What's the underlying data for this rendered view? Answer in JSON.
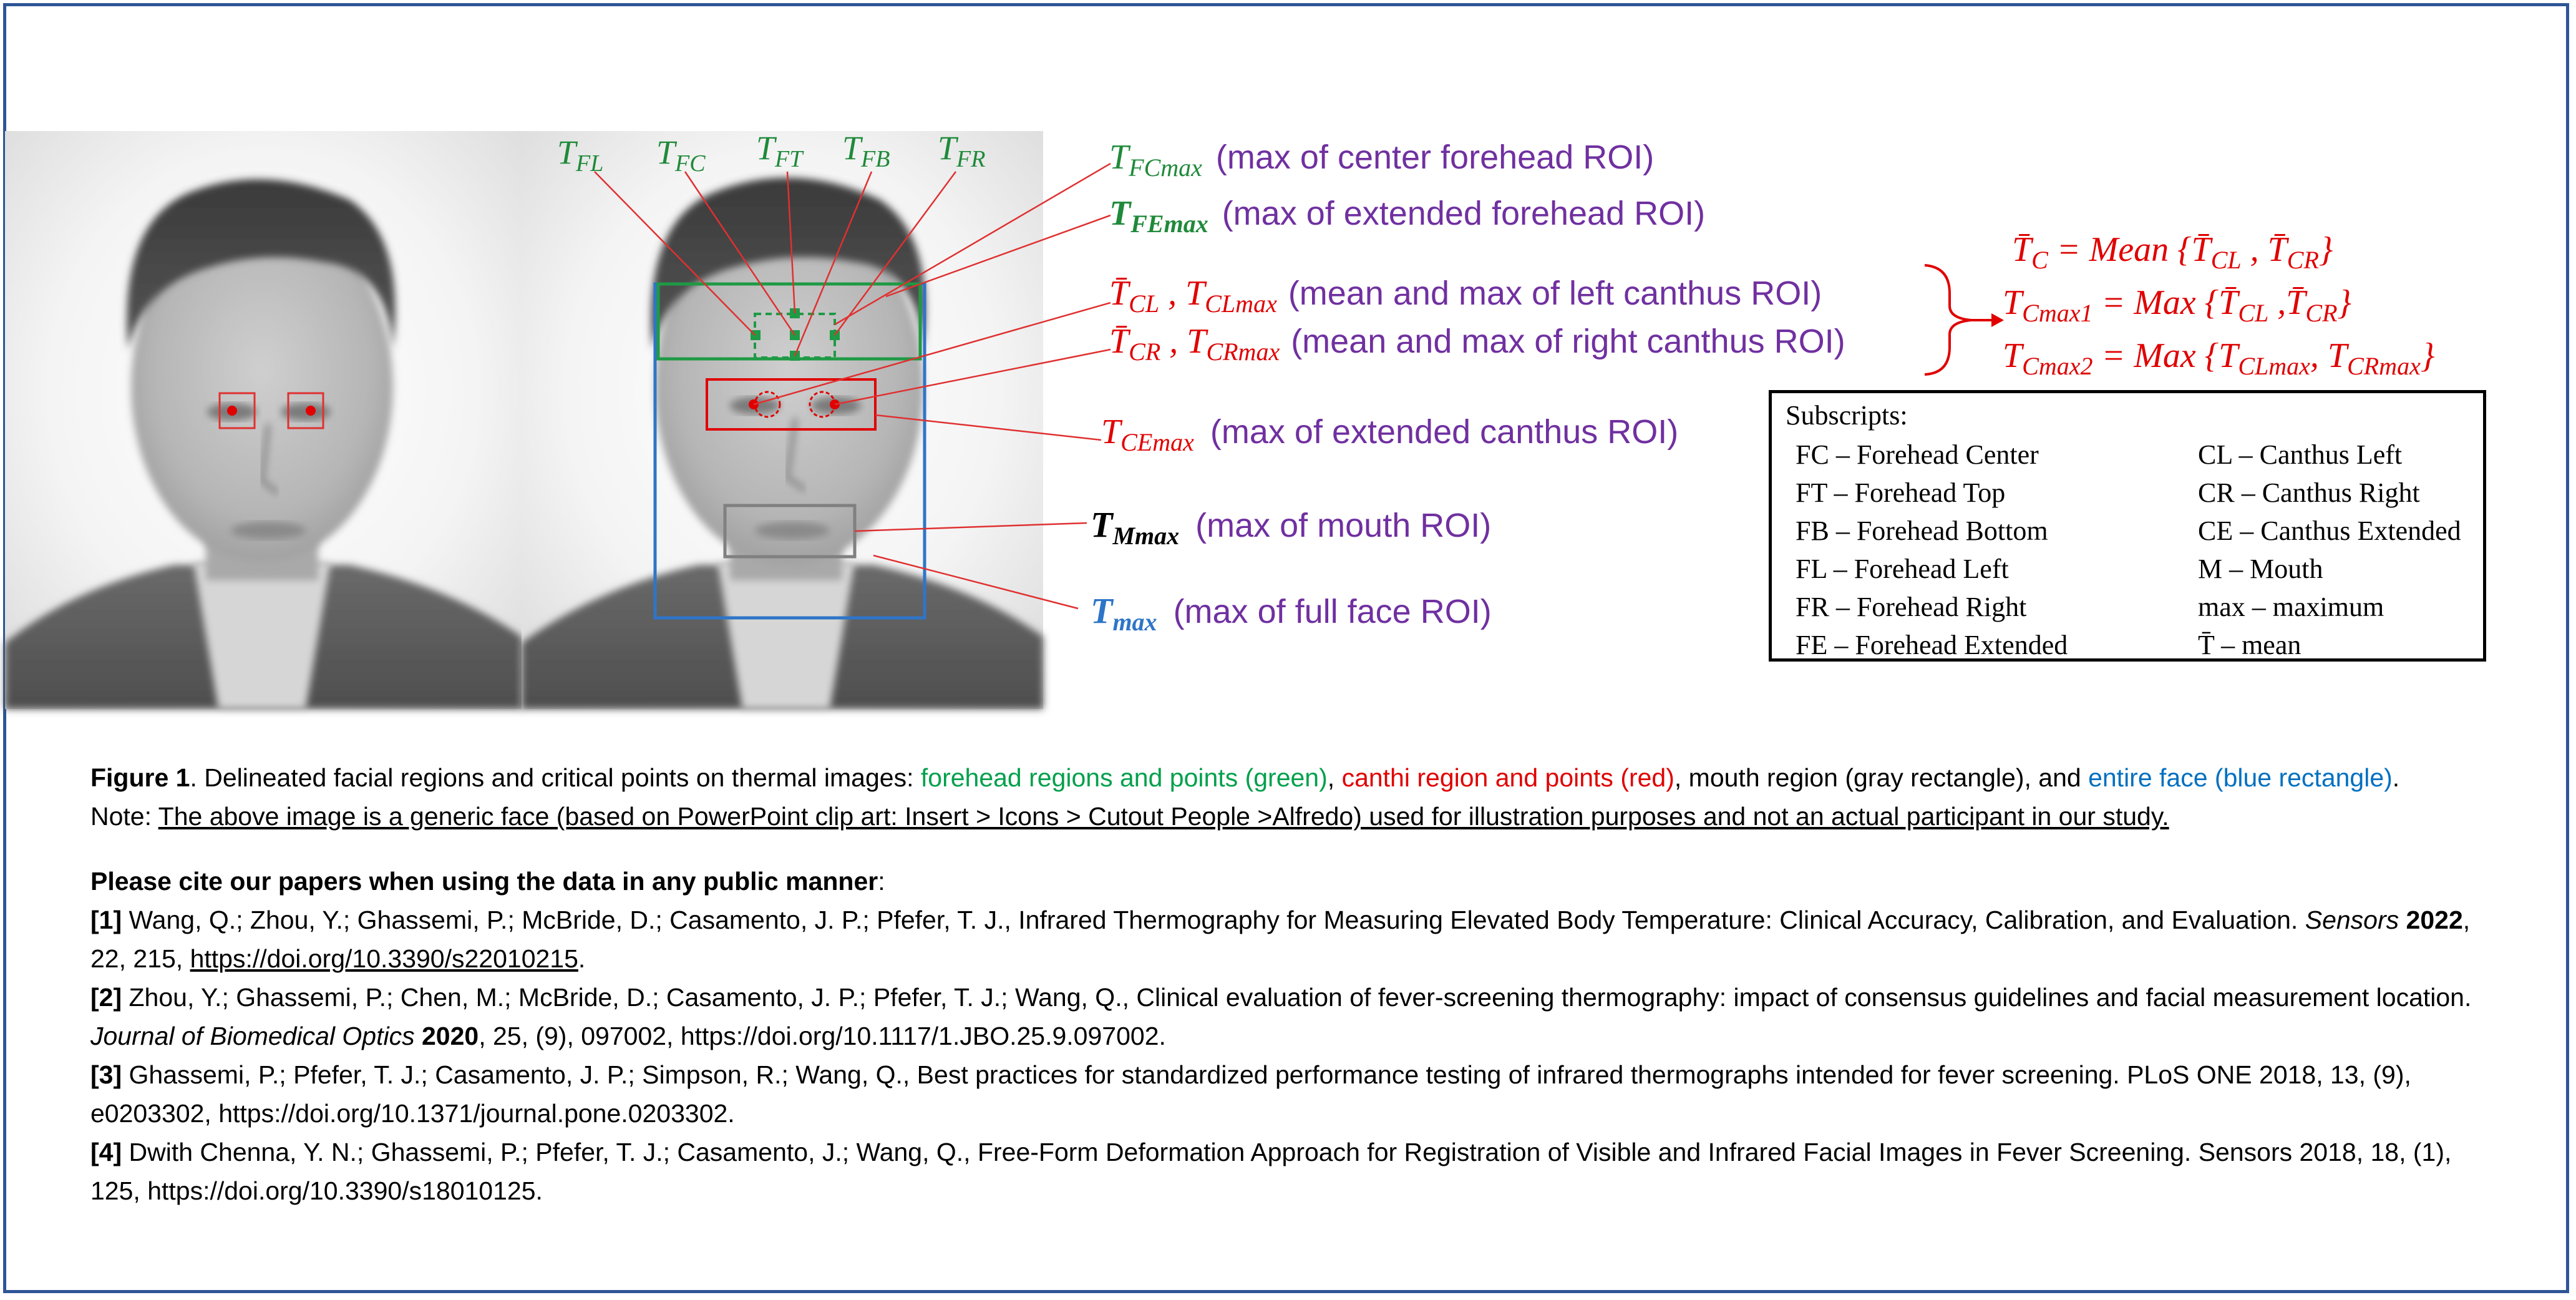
{
  "colors": {
    "forehead": "#1f8a3a",
    "canthi": "#e00000",
    "mouth": "#808080",
    "face": "#2e75c8",
    "description": "#7030a0",
    "border": "#2e5597"
  },
  "top_labels": [
    {
      "main": "T",
      "sub": "FL"
    },
    {
      "main": "T",
      "sub": "FC"
    },
    {
      "main": "T",
      "sub": "FT"
    },
    {
      "main": "T",
      "sub": "FB"
    },
    {
      "main": "T",
      "sub": "FR"
    }
  ],
  "right_labels": [
    {
      "main": "T",
      "sub": "FCmax",
      "desc": "(max of center forehead ROI)"
    },
    {
      "main": "T",
      "sub": "FEmax",
      "desc": "(max of extended forehead ROI)"
    },
    {
      "main": "T̄",
      "sub": "CL",
      "main2": "T",
      "sub2": "CLmax",
      "desc": "(mean and max of left canthus ROI)"
    },
    {
      "main": "T̄",
      "sub": "CR",
      "main2": "T",
      "sub2": "CRmax",
      "desc": "(mean and max of right canthus ROI)"
    },
    {
      "main": "T",
      "sub": "CEmax",
      "desc": "(max of extended canthus ROI)"
    },
    {
      "main": "T",
      "sub": "Mmax",
      "desc": "(max of mouth ROI)"
    },
    {
      "main": "T",
      "sub": "max",
      "desc": "(max of full face ROI)"
    }
  ],
  "equations": {
    "eq1": {
      "lhs": "T̄",
      "lhs_sub": "C",
      "rhs": "= Mean {",
      "a": "T̄",
      "a_sub": "CL",
      "sep": " , ",
      "b": "T̄",
      "b_sub": "CR",
      "close": "}"
    },
    "eq2": {
      "lhs": "T",
      "lhs_sub": "Cmax1",
      "rhs": "= Max {",
      "a": "T̄",
      "a_sub": "CL",
      "sep": " ,",
      "b": "T̄",
      "b_sub": "CR",
      "close": "}"
    },
    "eq3": {
      "lhs": "T",
      "lhs_sub": "Cmax2",
      "rhs": "= Max {",
      "a": "T",
      "a_sub": "CLmax",
      "sep": ", ",
      "b": "T",
      "b_sub": "CRmax",
      "close": "}"
    }
  },
  "subscripts": {
    "title": "Subscripts:",
    "left": [
      "FC – Forehead Center",
      "FT – Forehead Top",
      "FB – Forehead Bottom",
      "FL – Forehead Left",
      "FR – Forehead Right",
      "FE – Forehead Extended"
    ],
    "right": [
      "CL – Canthus Left",
      "CR – Canthus Right",
      "CE – Canthus Extended",
      "M – Mouth",
      "max – maximum",
      "T̄ – mean"
    ]
  },
  "caption": {
    "fig_label": "Figure 1",
    "part1": ". Delineated facial regions and critical points on thermal images: ",
    "green_text": "forehead regions and points (green)",
    "sep1": ", ",
    "red_text": "canthi region and points (red)",
    "part2": ", mouth region (gray rectangle), and ",
    "blue_text": "entire face (blue rectangle)",
    "end": ".",
    "note_label": "Note: ",
    "note_text": "The above image is a generic face (based on PowerPoint clip art: Insert > Icons > Cutout People >Alfredo) used for illustration purposes and not an actual participant in our study."
  },
  "citations": {
    "heading": "Please cite our papers when using the data in any public manner",
    "heading_end": ":",
    "refs": [
      {
        "num": "[1]",
        "text": " Wang, Q.; Zhou, Y.; Ghassemi, P.; McBride, D.; Casamento, J. P.; Pfefer, T. J., Infrared Thermography for Measuring Elevated Body Temperature: Clinical Accuracy, Calibration, and Evaluation. ",
        "journal": "Sensors",
        "year": " 2022",
        "rest": ", 22, 215, ",
        "link": "https://doi.org/10.3390/s22010215",
        "end": "."
      },
      {
        "num": "[2]",
        "text": " Zhou, Y.; Ghassemi, P.; Chen, M.; McBride, D.; Casamento, J. P.; Pfefer, T. J.; Wang, Q., Clinical evaluation of fever-screening thermography: impact of consensus guidelines and facial measurement location. ",
        "journal": "Journal of Biomedical Optics",
        "year": " 2020",
        "rest": ", 25, (9), 097002, https://doi.org/10.1117/1.JBO.25.9.097002.",
        "link": "",
        "end": ""
      },
      {
        "num": "[3]",
        "text": " Ghassemi, P.; Pfefer, T. J.; Casamento, J. P.; Simpson, R.; Wang, Q., Best practices for standardized performance testing of infrared thermographs intended for fever screening. PLoS ONE 2018, 13, (9), e0203302, https://doi.org/10.1371/journal.pone.0203302.",
        "journal": "",
        "year": "",
        "rest": "",
        "link": "",
        "end": ""
      },
      {
        "num": "[4]",
        "text": " Dwith Chenna, Y. N.; Ghassemi, P.; Pfefer, T. J.; Casamento, J.; Wang, Q., Free-Form Deformation Approach for Registration of Visible and Infrared Facial Images in Fever Screening. Sensors 2018, 18, (1), 125, https://doi.org/10.3390/s18010125.",
        "journal": "",
        "year": "",
        "rest": "",
        "link": "",
        "end": ""
      }
    ]
  }
}
